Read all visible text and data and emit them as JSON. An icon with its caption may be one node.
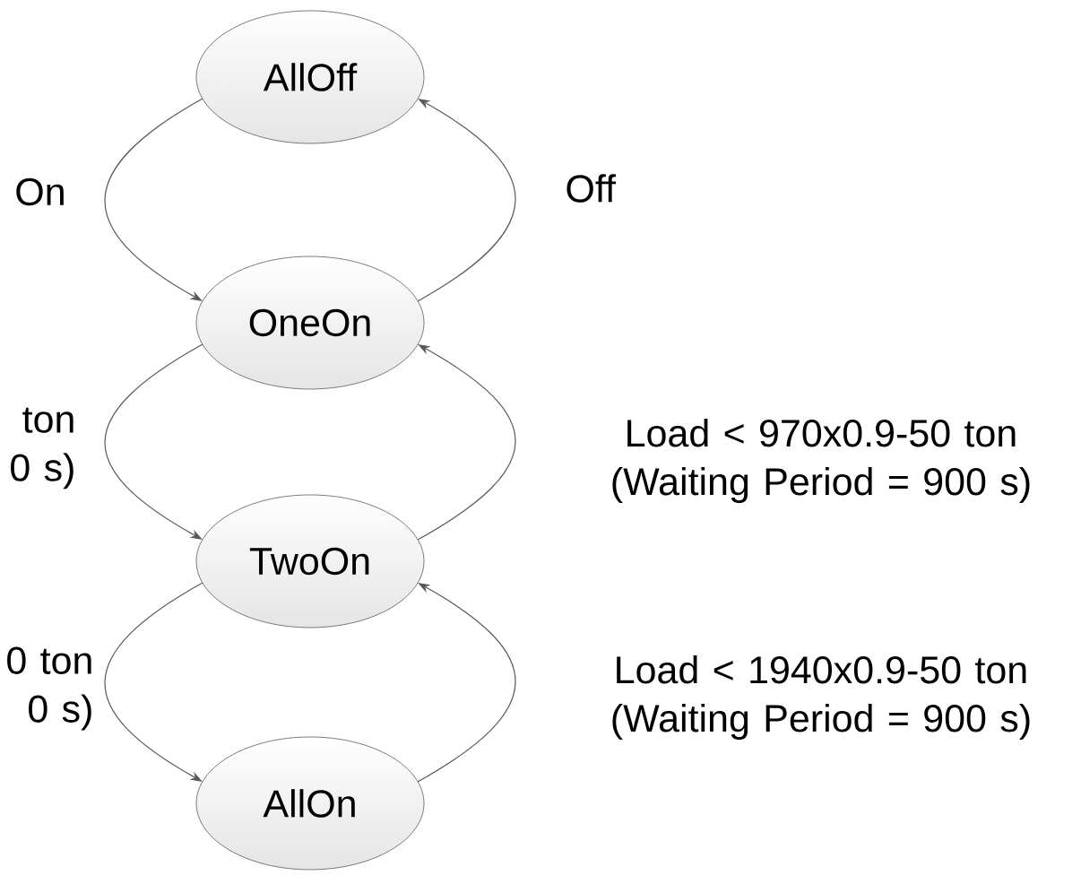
{
  "diagram": {
    "nodes": [
      {
        "text": [
          "AllOff"
        ]
      },
      {
        "text": [
          "OneOn"
        ]
      },
      {
        "text": [
          "TwoOn"
        ]
      },
      {
        "text": [
          "AllOn"
        ]
      }
    ],
    "edges": [
      {
        "from": 0,
        "to": 1,
        "arrow": "to",
        "label": "On"
      },
      {
        "from": 1,
        "to": 0,
        "arrow": "to",
        "label": "Off"
      },
      {
        "from": 1,
        "to": 2,
        "arrow": "to",
        "label": "ton 0 s)"
      },
      {
        "from": 2,
        "to": 1,
        "arrow": "to",
        "label": "Load < 970x0.9-50 ton (Waiting Period = 900 s)"
      },
      {
        "from": 2,
        "to": 3,
        "arrow": "to",
        "label": "0 ton 0 s)"
      },
      {
        "from": 3,
        "to": 2,
        "arrow": "to",
        "label": "Load < 1940x0.9-50 ton (Waiting Period = 900 s)"
      }
    ]
  }
}
